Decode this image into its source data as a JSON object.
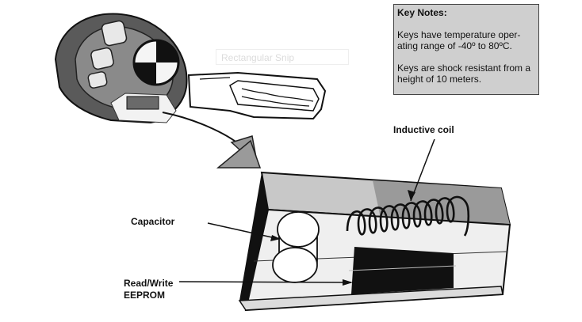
{
  "labels": {
    "inductive_coil": "Inductive coil",
    "capacitor": "Capacitor",
    "eeprom_line1": "Read/Write",
    "eeprom_line2": "EEPROM"
  },
  "key_notes": {
    "title": "Key Notes:",
    "notes": [
      "Keys have temperature oper- ating range of -40º to 80ºC.",
      "Keys are shock resistant from a height of 10 meters."
    ]
  },
  "overlay": {
    "snip_label": "Rectangular Snip"
  },
  "colors": {
    "line": "#111111",
    "note_box": "#cfcfcf",
    "key_body": "#5a5a5a",
    "chip_top": "#c8c8c8",
    "chip_stripe": "#9a9a9a",
    "eeprom": "#111111"
  }
}
